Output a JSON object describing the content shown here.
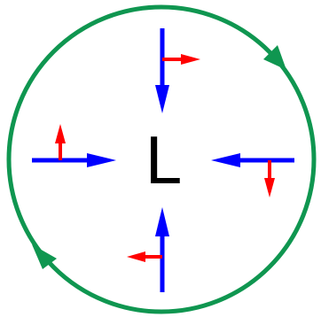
{
  "center_label": "L",
  "colors": {
    "circle": "#0f9650",
    "primary_arrow": "#0000ff",
    "secondary_arrow": "#ff0000",
    "label": "#000000"
  },
  "orbit": {
    "direction": "clockwise",
    "arrowhead_count": 2
  },
  "arrow_pairs": [
    {
      "name": "top",
      "primary": "pointing-down",
      "secondary": "pointing-right"
    },
    {
      "name": "right",
      "primary": "pointing-left",
      "secondary": "pointing-down"
    },
    {
      "name": "bottom",
      "primary": "pointing-up",
      "secondary": "pointing-left"
    },
    {
      "name": "left",
      "primary": "pointing-right",
      "secondary": "pointing-up"
    }
  ]
}
